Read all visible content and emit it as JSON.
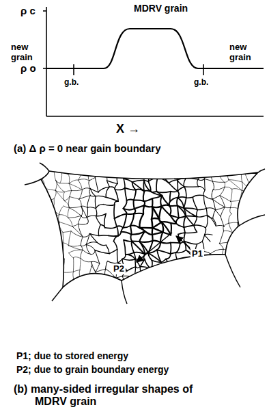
{
  "diagram": {
    "labels": [
      "MDRV grain",
      "ρ c",
      "ρ o",
      "new grain",
      "new grain",
      "g.b.",
      "g.b.",
      "X →",
      "(a) Δ ρ = 0 near gain boundary",
      "P1",
      "P2",
      "P1; due to stored energy",
      "P2; due to grain boundary energy",
      "(b) many-sided irregular shapes of MDRV grain"
    ]
  }
}
